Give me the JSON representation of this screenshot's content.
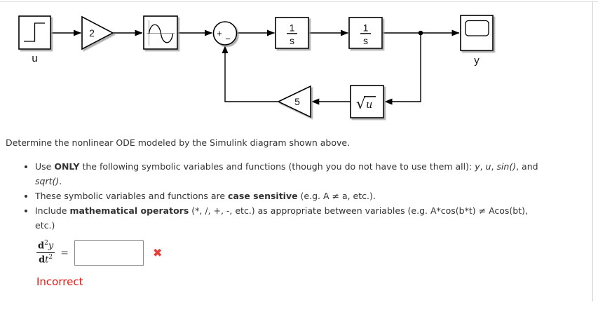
{
  "colors": {
    "wire": "#000000",
    "block_fill": "#ffffff",
    "block_shadow": "#9a9a9a",
    "icon_axis_gray": "#9a9a9a",
    "text": "#333333",
    "error_red": "#ee1511",
    "x_mark_red": "#e2403a",
    "panel_border": "#d4d4d4",
    "input_border": "#8a8a8a"
  },
  "diagram": {
    "icons": {
      "step": "step-signal-icon",
      "sine": "sine-wave-icon",
      "scope": "scope-screen-icon",
      "branch": "branch-dot"
    },
    "source_label": "u",
    "gain_input": "2",
    "sum_plus": "+",
    "sum_minus": "−",
    "int1": {
      "num": "1",
      "den": "s"
    },
    "int2": {
      "num": "1",
      "den": "s"
    },
    "scope_label": "y",
    "sqrt_radical": "√",
    "sqrt_arg": "u",
    "gain_feedback": "5"
  },
  "question": {
    "prompt": "Determine the nonlinear ODE modeled by the Simulink diagram shown above."
  },
  "bullets": {
    "b1": {
      "t0": "Use ",
      "t1": "ONLY",
      "t2": " the following symbolic variables and functions (though you do not have to use them all): ",
      "t3": "y",
      "t4": ", ",
      "t5": "u",
      "t6": ", ",
      "t7": "sin()",
      "t8": ", and",
      "t9": "sqrt()",
      "t10": "."
    },
    "b2": {
      "t0": "These symbolic variables and functions are ",
      "t1": "case sensitive",
      "t2": " (e.g. A ≠ a, etc.)."
    },
    "b3": {
      "t0": "Include ",
      "t1": "mathematical operators",
      "t2": " (*, /, +, -, etc.) as appropriate between variables (e.g. A*cos(b*t) ≠ Acos(bt),",
      "t3": "etc.)"
    }
  },
  "answer": {
    "lhs": {
      "num_d": "d",
      "num_exp": "2",
      "num_var": "y",
      "den_d": "d",
      "den_var": "t",
      "den_exp": "2"
    },
    "equals": "=",
    "input_value": "",
    "input_placeholder": "",
    "wrong_icon": "✖",
    "status": "Incorrect"
  }
}
